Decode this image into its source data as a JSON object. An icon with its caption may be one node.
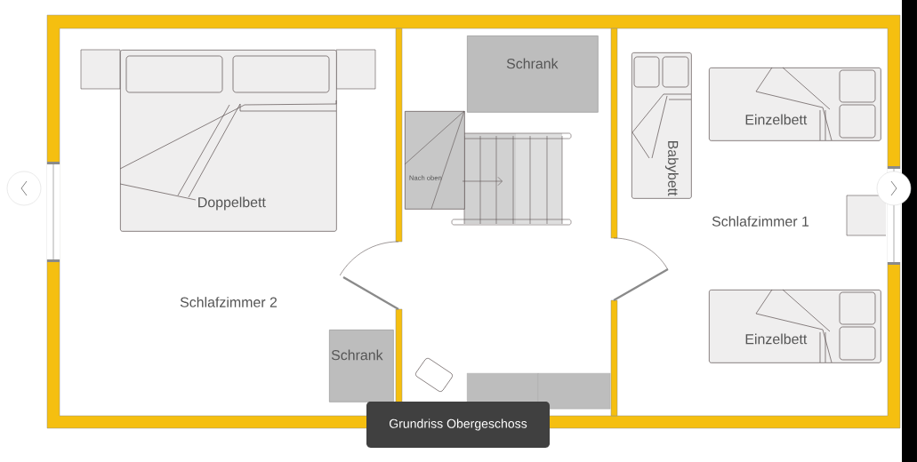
{
  "diagram": {
    "caption": "Grundriss Obergeschoss",
    "nodes": [
      {
        "text": [
          "Doppelbett"
        ]
      },
      {
        "text": [
          "Schrank"
        ]
      },
      {
        "text": [
          "Schrank"
        ]
      },
      {
        "text": [
          "Nach oben"
        ]
      },
      {
        "text": [
          "Babybett"
        ]
      },
      {
        "text": [
          "Einzelbett"
        ]
      },
      {
        "text": [
          "Einzelbett"
        ]
      },
      {
        "text": [],
        "shape": "box"
      },
      {
        "text": [],
        "shape": "box"
      }
    ],
    "edges": [],
    "labels": [
      "Schlafzimmer 1",
      "Schlafzimmer 2"
    ]
  }
}
